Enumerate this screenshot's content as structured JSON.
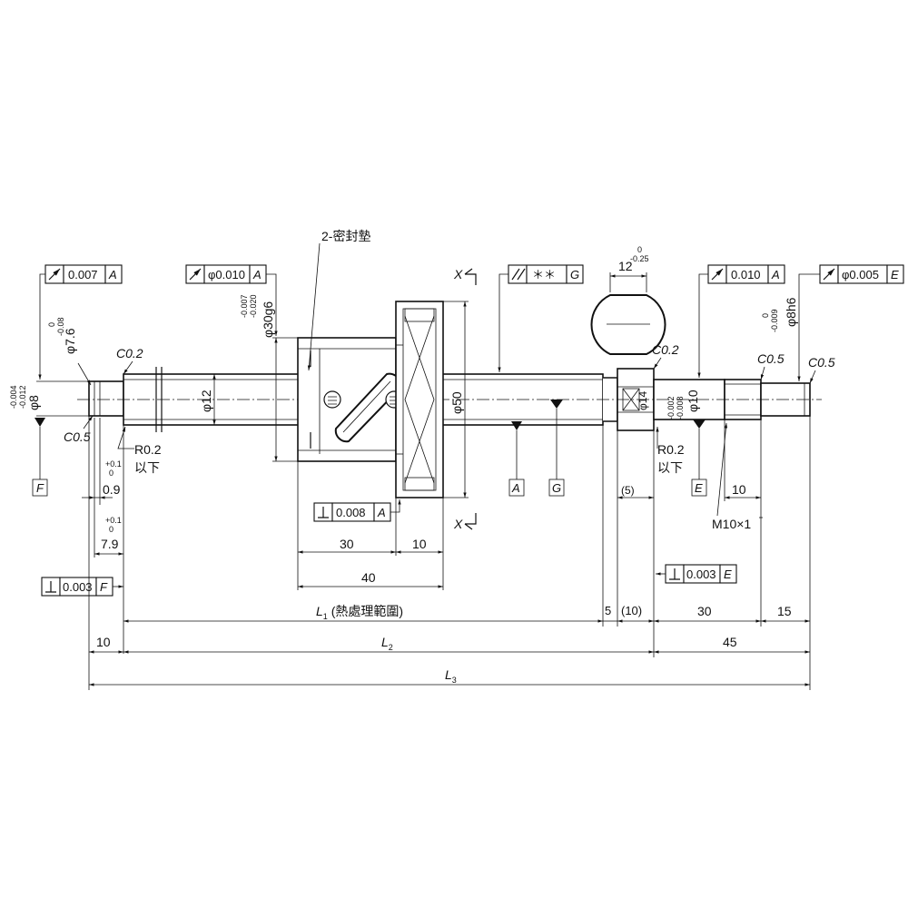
{
  "nut": {
    "seal_label": "2-密封墊",
    "diameter": "φ30g6",
    "diameter_tol_upper": "-0.007",
    "diameter_tol_lower": "-0.020",
    "flange_diameter": "φ50",
    "shaft_diameter": "φ12",
    "length_30": "30",
    "length_10": "10",
    "length_40": "40",
    "section_mark": "X"
  },
  "tolerance_frames": {
    "left_runout": {
      "value": "0.007",
      "datum": "A"
    },
    "nut_runout": {
      "value": "φ0.010",
      "datum": "A"
    },
    "parallel": {
      "value": "＊＊",
      "datum": "G"
    },
    "right_runout": {
      "value": "0.010",
      "datum": "A"
    },
    "right_end_runout": {
      "value": "φ0.005",
      "datum": "E"
    },
    "nut_perp": {
      "value": "0.008",
      "datum": "A"
    },
    "left_perp": {
      "value": "0.003",
      "datum": "F"
    },
    "right_perp": {
      "value": "0.003",
      "datum": "E"
    }
  },
  "datums": [
    "F",
    "A",
    "G",
    "E"
  ],
  "left_end": {
    "d8": "φ8",
    "d8_tol_upper": "-0.004",
    "d8_tol_lower": "-0.012",
    "d7_6": "φ7.6",
    "d7_6_tol_upper": "0",
    "d7_6_tol_lower": "-0.08",
    "c02": "C0.2",
    "c05": "C0.5",
    "r02": "R0.2",
    "r02_note": "以下",
    "groove_0_9": "0.9",
    "groove_7_9": "7.9",
    "tol_plus": "+0.1",
    "tol_zero": "0"
  },
  "right_end": {
    "flat_width": "12",
    "flat_tol_upper": "0",
    "flat_tol_lower": "-0.25",
    "c02": "C0.2",
    "c05_a": "C0.5",
    "c05_b": "C0.5",
    "d14": "φ14",
    "d10": "φ10",
    "d10_tol_upper": "-0.002",
    "d10_tol_lower": "-0.008",
    "d8h6": "φ8h6",
    "d8h6_tol_upper": "0",
    "d8h6_tol_lower": "-0.009",
    "r02": "R0.2",
    "r02_note": "以下",
    "paren5": "(5)",
    "thread_len": "10",
    "thread": "M10×1"
  },
  "dimensions": {
    "l1_prefix": "L",
    "l1_sub": "1",
    "l1_note": " (熱處理範圍)",
    "l2_prefix": "L",
    "l2_sub": "2",
    "l3_prefix": "L",
    "l3_sub": "3",
    "d5": "5",
    "d10p": "(10)",
    "d30": "30",
    "d15": "15",
    "d10": "10",
    "d45": "45"
  }
}
